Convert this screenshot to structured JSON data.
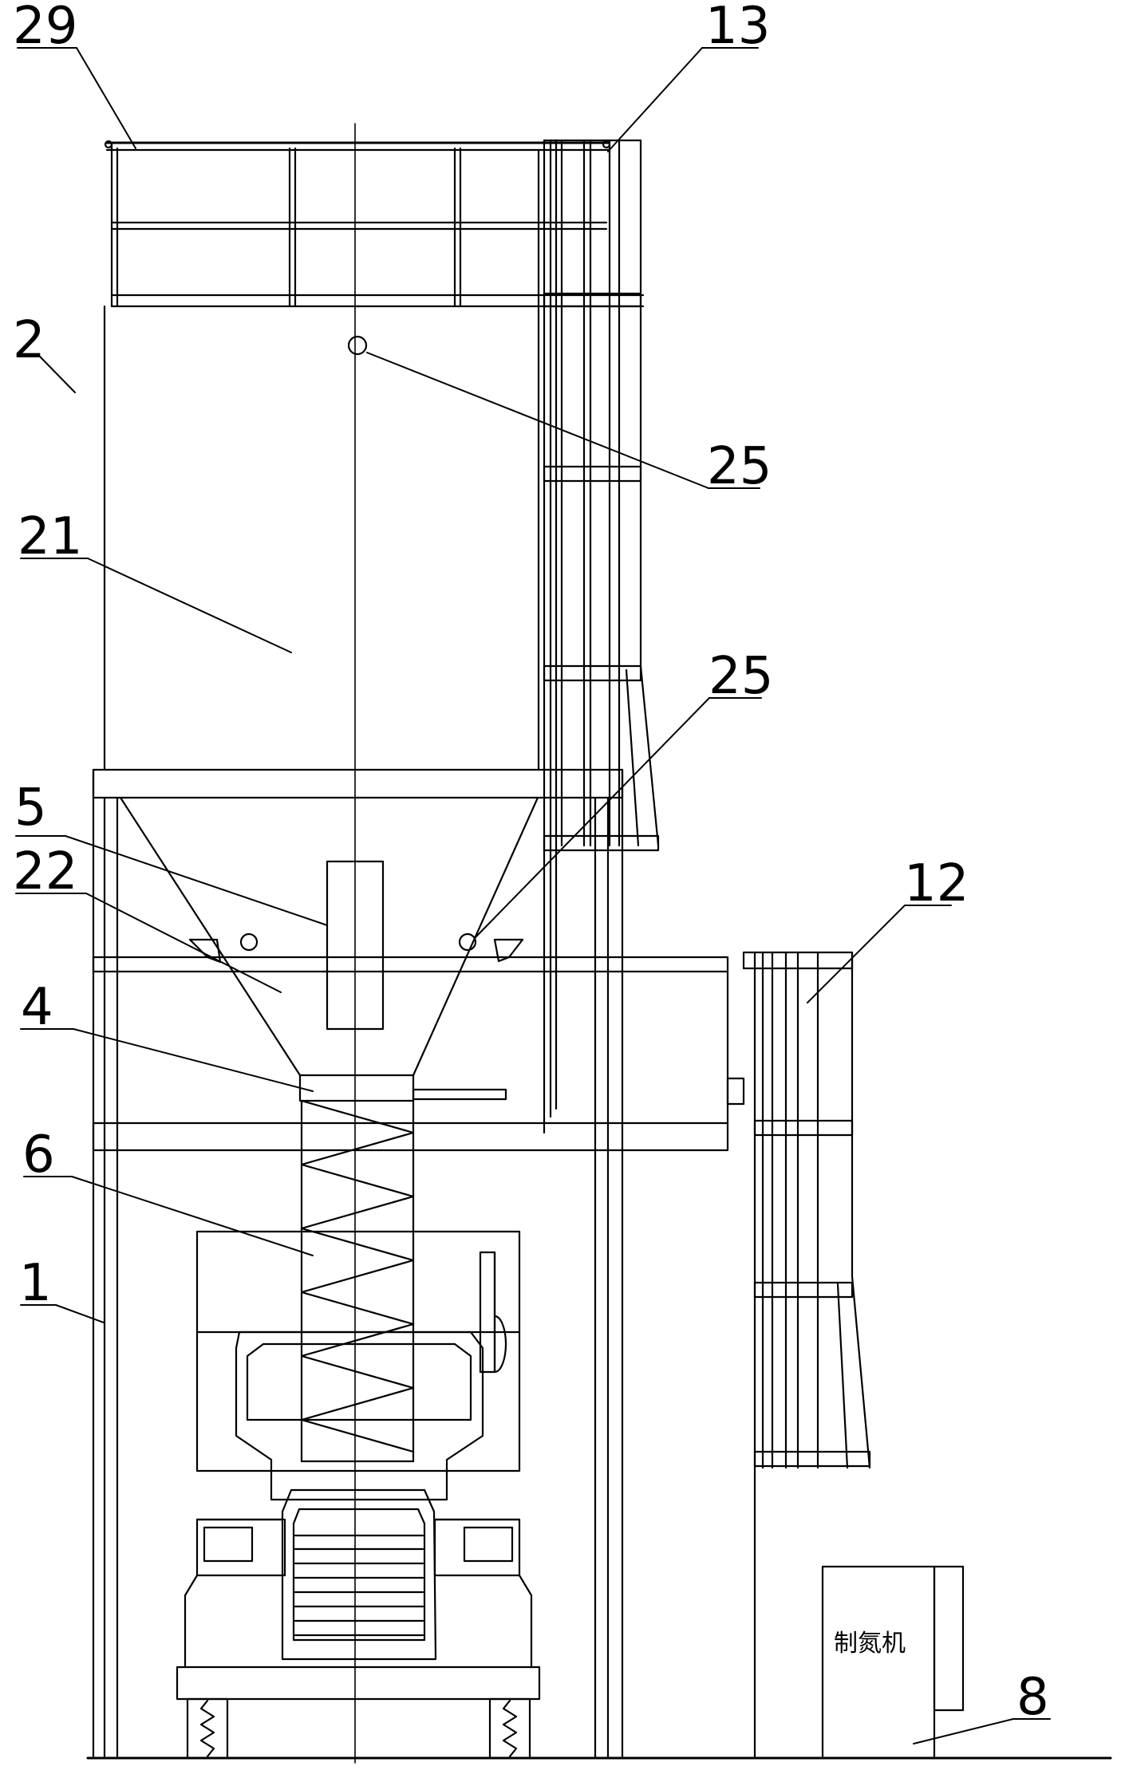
{
  "labels": {
    "l29": "29",
    "l13": "13",
    "l2": "2",
    "l25a": "25",
    "l21": "21",
    "l25b": "25",
    "l5": "5",
    "l22": "22",
    "l12": "12",
    "l4": "4",
    "l6": "6",
    "l1": "1",
    "l8": "8"
  },
  "nitrogen_machine_text": "制氮机",
  "colors": {
    "line": "#000000",
    "background": "#ffffff"
  }
}
